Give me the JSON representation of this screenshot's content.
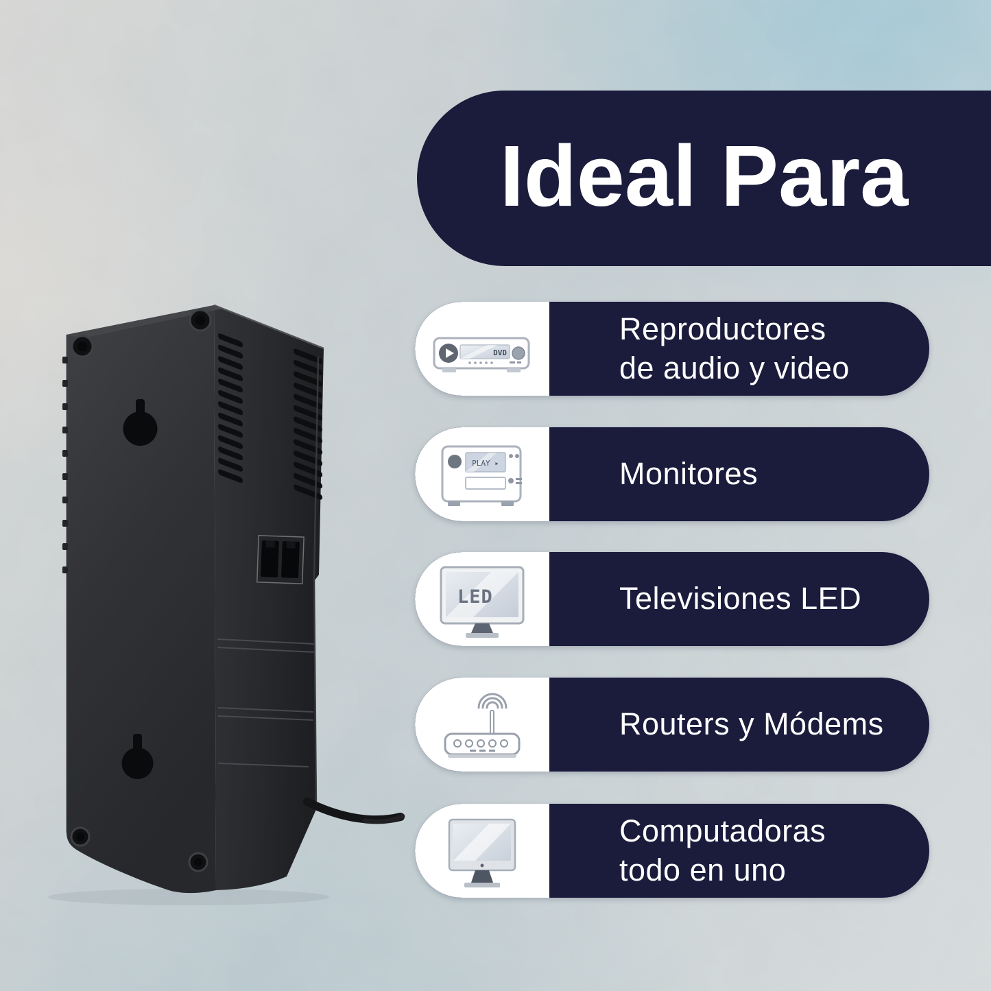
{
  "title": "Ideal Para",
  "features": [
    {
      "icon": "dvd-player-icon",
      "icon_text": "DVD",
      "label": "Reproductores\nde audio y video"
    },
    {
      "icon": "media-player-icon",
      "icon_text": "PLAY ▸",
      "label": "Monitores"
    },
    {
      "icon": "led-tv-icon",
      "icon_text": "LED",
      "label": "Televisiones LED"
    },
    {
      "icon": "router-icon",
      "icon_text": "",
      "label": "Routers y Módems"
    },
    {
      "icon": "all-in-one-computer-icon",
      "icon_text": "",
      "label": "Computadoras\ntodo en uno"
    }
  ],
  "colors": {
    "navy": "#1b1b3c",
    "text": "#ffffff",
    "card": "#ffffff",
    "background": "#c9d1d3",
    "icon_gray": "#a7aeb8"
  }
}
